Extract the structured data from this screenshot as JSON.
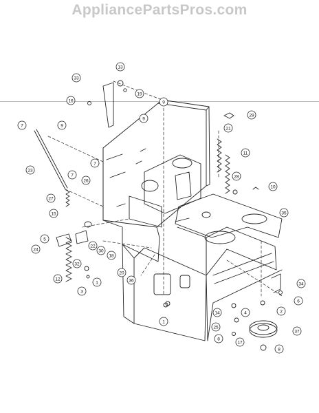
{
  "header": {
    "watermark": "AppliancePartsPros.com"
  },
  "diagram": {
    "colors": {
      "line": "#222222",
      "watermark": "#c8c8c8",
      "rule": "#b9b9b9"
    },
    "callouts": [
      {
        "id": "c13a",
        "label": "13"
      },
      {
        "id": "c33",
        "label": "33"
      },
      {
        "id": "c19",
        "label": "19"
      },
      {
        "id": "c16",
        "label": "16"
      },
      {
        "id": "c9a",
        "label": "9"
      },
      {
        "id": "c7a",
        "label": "7"
      },
      {
        "id": "c9b",
        "label": "9"
      },
      {
        "id": "c9c",
        "label": "9"
      },
      {
        "id": "c29",
        "label": "29"
      },
      {
        "id": "c21",
        "label": "21"
      },
      {
        "id": "c11",
        "label": "11"
      },
      {
        "id": "c7b",
        "label": "7"
      },
      {
        "id": "c23",
        "label": "23"
      },
      {
        "id": "c26",
        "label": "26"
      },
      {
        "id": "c7c",
        "label": "7"
      },
      {
        "id": "c27",
        "label": "27"
      },
      {
        "id": "c15",
        "label": "15"
      },
      {
        "id": "c28",
        "label": "28"
      },
      {
        "id": "c10",
        "label": "10"
      },
      {
        "id": "c35",
        "label": "35"
      },
      {
        "id": "c5",
        "label": "5"
      },
      {
        "id": "c24",
        "label": "24"
      },
      {
        "id": "c22",
        "label": "22"
      },
      {
        "id": "c30",
        "label": "30"
      },
      {
        "id": "c18",
        "label": "18"
      },
      {
        "id": "c32",
        "label": "32"
      },
      {
        "id": "c12",
        "label": "12"
      },
      {
        "id": "c20",
        "label": "20"
      },
      {
        "id": "c36",
        "label": "36"
      },
      {
        "id": "c1a",
        "label": "1"
      },
      {
        "id": "c3",
        "label": "3"
      },
      {
        "id": "c34",
        "label": "34"
      },
      {
        "id": "c6",
        "label": "6"
      },
      {
        "id": "c2",
        "label": "2"
      },
      {
        "id": "c14",
        "label": "14"
      },
      {
        "id": "c4",
        "label": "4"
      },
      {
        "id": "c25",
        "label": "25"
      },
      {
        "id": "c8a",
        "label": "8"
      },
      {
        "id": "c37",
        "label": "37"
      },
      {
        "id": "c17",
        "label": "17"
      },
      {
        "id": "c8b",
        "label": "8"
      },
      {
        "id": "c1b",
        "label": "1"
      }
    ]
  }
}
